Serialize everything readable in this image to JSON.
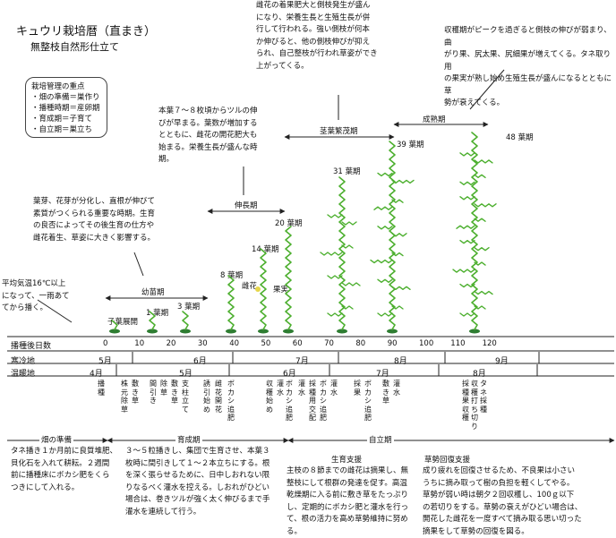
{
  "title": "キュウリ栽培暦（直まき）",
  "subtitle": "無整枝自然形仕立て",
  "management": {
    "heading": "栽培管理の重点",
    "items": [
      "・畑の準備＝巣作り",
      "・播種時期＝産卵期",
      "・育成期＝子育て",
      "・自立期＝巣立ち"
    ]
  },
  "notes": {
    "temp": [
      "平均気温16℃以上",
      "になって、一雨あて",
      "てから播く。"
    ],
    "seedling": [
      "葉芽、花芽が分化し、直根が伸びて",
      "素質がつくられる重要な時期。生育",
      "の良否によってその後生育の仕方や",
      "雌花着生、草姿に大きく影響する。"
    ],
    "leaf": [
      "本葉７～８枚頃からツルの伸",
      "びが早まる。葉数が増加する",
      "とともに、雌花の開花肥大も",
      "始まる。栄養生長が盛んな時",
      "期。"
    ],
    "flourish": [
      "雌花の着果肥大と側枝発生が盛ん",
      "になり、栄養生長と生殖生長が併",
      "行して行われる。強い側枝が何本",
      "か伸びると、他の側枝伸びが抑え",
      "られ、自己整枝が行われ草姿ができ",
      "上がってくる。"
    ],
    "harvest": [
      "収穫期がピークを過ぎると側枝の伸びが弱まり、曲",
      "がり果、尻太果、尻細果が増えてくる。タネ取り用",
      "の果実が熟し始め生殖生長が盛んになるとともに草",
      "勢が衰えてくる。"
    ]
  },
  "stages": {
    "young": "幼苗期",
    "elong": "伸長期",
    "flourish": "茎葉繁茂期",
    "mature": "成熟期"
  },
  "plant_labels": {
    "cotyledon": "子葉展開",
    "leaf1": "1 葉期",
    "leaf3": "3 葉期",
    "leaf8": "8 葉期",
    "leaf14": "14 葉期",
    "leaf20": "20 葉期",
    "leaf31": "31 葉期",
    "leaf39": "39 葉期",
    "leaf48": "48 葉期",
    "female": "雌花",
    "fruit": "果実"
  },
  "axis": {
    "label": "播種後日数",
    "ticks": [
      "0",
      "10",
      "20",
      "30",
      "40",
      "50",
      "60",
      "70",
      "80",
      "90",
      "100",
      "110",
      "120"
    ]
  },
  "cold": {
    "label": "寒冷地",
    "months": [
      "5月",
      "6月",
      "7月",
      "8月",
      "9月"
    ]
  },
  "warm": {
    "label": "温暖地",
    "months": [
      "4月",
      "5月",
      "6月",
      "7月",
      "8月"
    ]
  },
  "tasks": [
    "播種",
    "株元除草",
    "敷き草",
    "間引き",
    "除草",
    "敷き草",
    "支柱立て",
    "誘引始め",
    "雌花開花",
    "ボカシ追肥",
    "収穫始め",
    "灌水",
    "ボカシ追肥",
    "灌水",
    "採種用交配",
    "ボカシ追肥",
    "灌水",
    "採果",
    "ボカシ追肥",
    "敷き草",
    "灌水",
    "採種果収穫",
    "収穫打ち切り",
    "タネ採種"
  ],
  "periods": {
    "prep": "畑の準備",
    "growth": "育成期",
    "indep": "自立期"
  },
  "bottom": {
    "prep": [
      "タネ播き１か月前に良質堆肥、",
      "貝化石を入れて耕耘。２週間",
      "前に播種床にボカシ肥をくら",
      "つきにして入れる。"
    ],
    "growth": [
      "３～５粒播きし、集団で生育させ、本葉３",
      "枚時に間引きして１～２本立ちにする。根",
      "を深く張らせるために、日中しおれない限",
      "りなるべく灌水を控える。しおれがひどい",
      "場合は、巻きツルが強く太く伸びるまで手",
      "灌水を連続して行う。"
    ],
    "support_title": "生育支援",
    "support": [
      "主枝の８節までの雌花は摘果し、無",
      "整枝にして根群の発達を促す。高温",
      "乾燥期に入る前に敷き草をたっぷり",
      "し、定期的にボカシ肥と灌水を行っ",
      "て、根の活力を高め草勢維持に努め",
      "る。"
    ],
    "vigor_title": "草勢回復支援",
    "vigor": [
      "成り疲れを回復させるため、不良果は小さい",
      "うちに摘み取って樹の負担を軽くしてやる。",
      "草勢が弱い時は朝夕２回収穫し、100ｇ以下",
      "の若切りをする。草勢の衰えがひどい場合は、",
      "開花した雌花を一度すべて摘み取る思い切った",
      "摘果をして草勢の回復を図る。"
    ]
  },
  "colors": {
    "plant": "#4caf2e",
    "seed": "#2e7d32",
    "flower": "#e6d64a",
    "line": "#222222"
  }
}
